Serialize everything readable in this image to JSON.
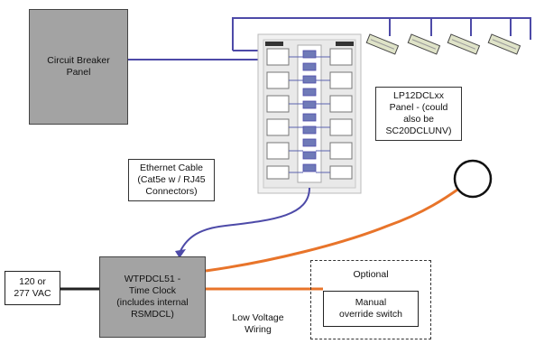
{
  "breaker_panel": {
    "line1": "Circuit Breaker",
    "line2": "Panel"
  },
  "lighting_panel": {
    "line1": "LP12DCLxx",
    "line2": "Panel - (could",
    "line3": "also be",
    "line4": "SC20DCLUNV)"
  },
  "ethernet": {
    "line1": "Ethernet Cable",
    "line2": "(Cat5e w / RJ45",
    "line3": "Connectors)"
  },
  "voltage_source": {
    "line1": "120 or",
    "line2": "277 VAC"
  },
  "time_clock": {
    "line1": "WTPDCL51 -",
    "line2": "Time Clock",
    "line3": "(includes internal",
    "line4": "RSMDCL)"
  },
  "low_voltage": {
    "line1": "Low Voltage",
    "line2": "Wiring"
  },
  "optional_group": {
    "label": "Optional",
    "switch_line1": "Manual",
    "switch_line2": "override switch"
  },
  "colors": {
    "low_voltage_wire": "#e8742a",
    "power_wire": "#4d4aa8",
    "ethernet_cable": "#4d4aa8",
    "device_fill": "#a3a3a3"
  },
  "icons": [
    "light-fixture-icon",
    "occupancy-sensor-icon"
  ]
}
